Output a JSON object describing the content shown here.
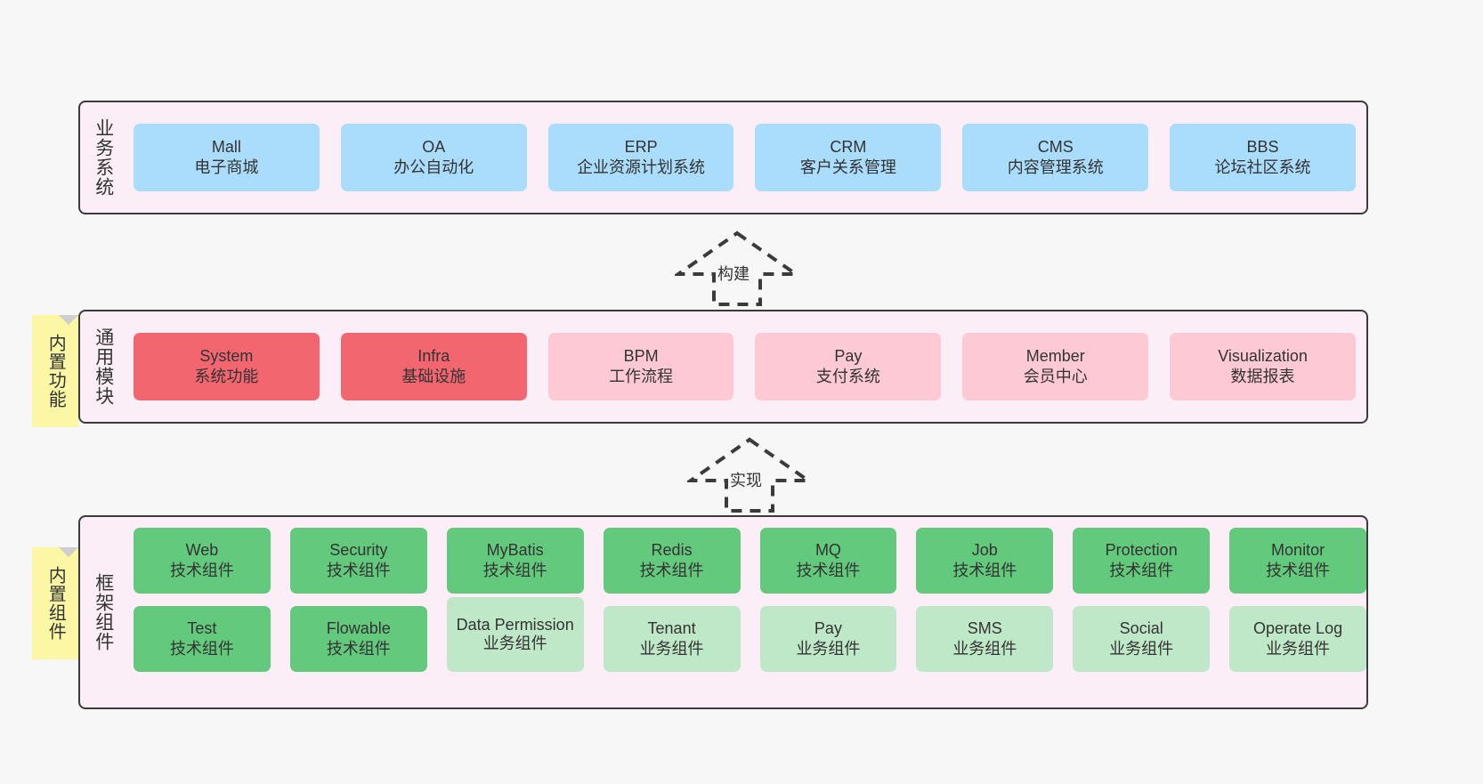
{
  "diagram": {
    "title_hidden": "",
    "colors": {
      "background": "#f7f7f7",
      "layer_fill": "#fbeef7",
      "layer_border": "#3b3b3b",
      "business_card": "#aadcfb",
      "module_card": "#fcc9d4",
      "module_card_strong": "#f2666f",
      "framework_tech_card": "#63c97c",
      "framework_biz_card": "#bfe8c8",
      "note_fill": "#fbf7a5",
      "note_fold": "#cfcfcf"
    }
  },
  "layers": {
    "business": {
      "title": "业务系统",
      "cards": [
        {
          "name": "Mall",
          "desc": "电子商城"
        },
        {
          "name": "OA",
          "desc": "办公自动化"
        },
        {
          "name": "ERP",
          "desc": "企业资源计划系统"
        },
        {
          "name": "CRM",
          "desc": "客户关系管理"
        },
        {
          "name": "CMS",
          "desc": "内容管理系统"
        },
        {
          "name": "BBS",
          "desc": "论坛社区系统"
        }
      ]
    },
    "modules": {
      "title": "通用模块",
      "note": "内置功能",
      "cards": [
        {
          "name": "System",
          "desc": "系统功能",
          "emphasis": "strong"
        },
        {
          "name": "Infra",
          "desc": "基础设施",
          "emphasis": "strong"
        },
        {
          "name": "BPM",
          "desc": "工作流程",
          "emphasis": "normal"
        },
        {
          "name": "Pay",
          "desc": "支付系统",
          "emphasis": "normal"
        },
        {
          "name": "Member",
          "desc": "会员中心",
          "emphasis": "normal"
        },
        {
          "name": "Visualization",
          "desc": "数据报表",
          "emphasis": "normal"
        }
      ]
    },
    "framework": {
      "title": "框架组件",
      "note": "内置组件",
      "row1": [
        {
          "name": "Web",
          "desc": "技术组件",
          "kind": "tech"
        },
        {
          "name": "Security",
          "desc": "技术组件",
          "kind": "tech"
        },
        {
          "name": "MyBatis",
          "desc": "技术组件",
          "kind": "tech"
        },
        {
          "name": "Redis",
          "desc": "技术组件",
          "kind": "tech"
        },
        {
          "name": "MQ",
          "desc": "技术组件",
          "kind": "tech"
        },
        {
          "name": "Job",
          "desc": "技术组件",
          "kind": "tech"
        },
        {
          "name": "Protection",
          "desc": "技术组件",
          "kind": "tech"
        },
        {
          "name": "Monitor",
          "desc": "技术组件",
          "kind": "tech"
        }
      ],
      "row2": [
        {
          "name": "Test",
          "desc": "技术组件",
          "kind": "tech"
        },
        {
          "name": "Flowable",
          "desc": "技术组件",
          "kind": "tech"
        },
        {
          "name": "Data Permission",
          "desc": "业务组件",
          "kind": "biz",
          "tall": true
        },
        {
          "name": "Tenant",
          "desc": "业务组件",
          "kind": "biz"
        },
        {
          "name": "Pay",
          "desc": "业务组件",
          "kind": "biz"
        },
        {
          "name": "SMS",
          "desc": "业务组件",
          "kind": "biz"
        },
        {
          "name": "Social",
          "desc": "业务组件",
          "kind": "biz"
        },
        {
          "name": "Operate Log",
          "desc": "业务组件",
          "kind": "biz"
        }
      ]
    }
  },
  "relations": [
    {
      "label": "构建",
      "from": "通用模块",
      "to": "业务系统",
      "style": "dashed-hollow-arrow-up"
    },
    {
      "label": "实现",
      "from": "框架组件",
      "to": "通用模块",
      "style": "dashed-hollow-arrow-up"
    }
  ]
}
